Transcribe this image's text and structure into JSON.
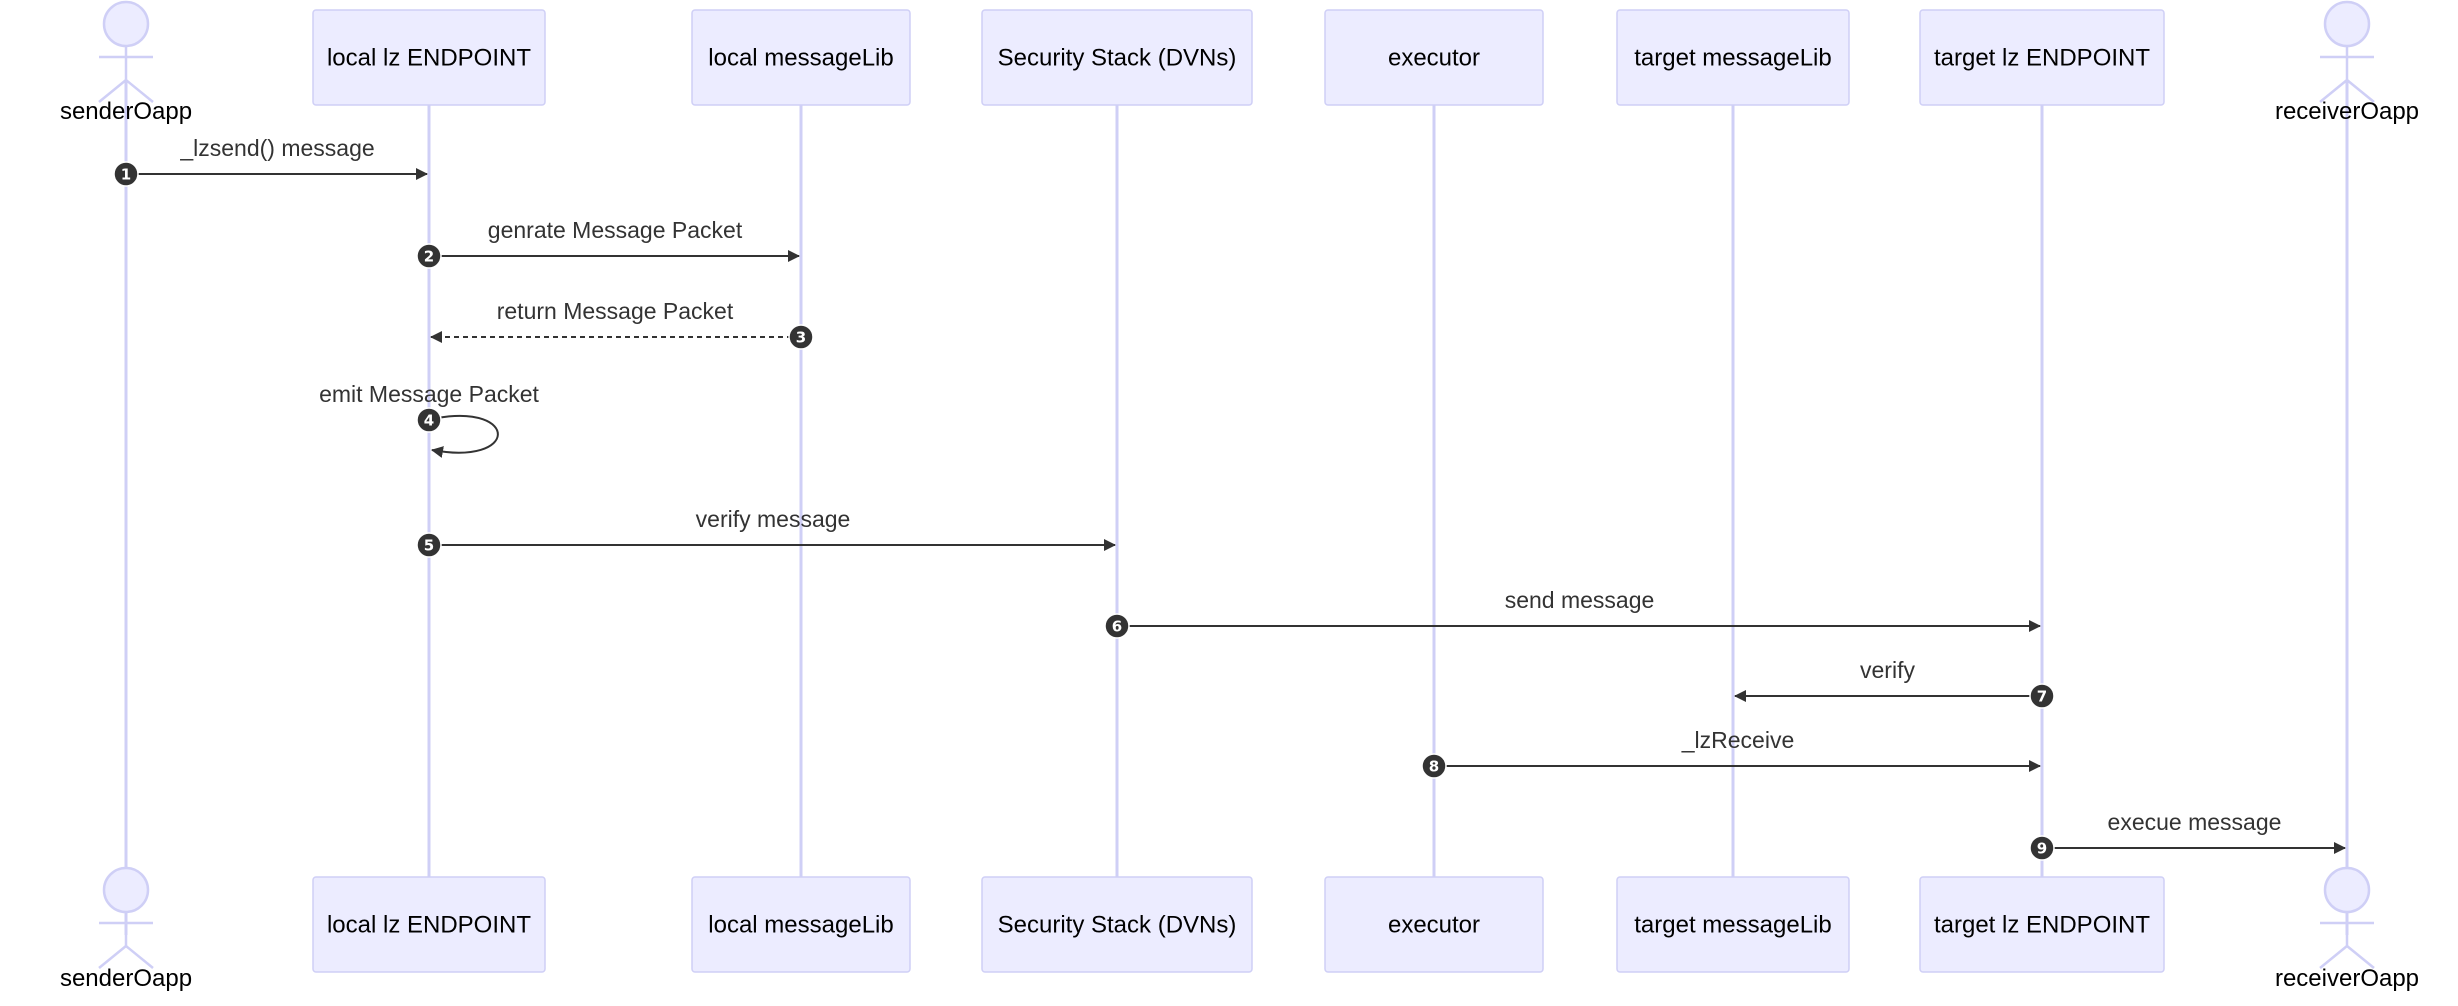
{
  "participants": [
    {
      "id": "sender",
      "label": "senderOapp",
      "kind": "actor"
    },
    {
      "id": "local_endpoint",
      "label": "local lz ENDPOINT",
      "kind": "box"
    },
    {
      "id": "local_lib",
      "label": "local messageLib",
      "kind": "box"
    },
    {
      "id": "dvns",
      "label": "Security Stack (DVNs)",
      "kind": "box"
    },
    {
      "id": "executor",
      "label": "executor",
      "kind": "box"
    },
    {
      "id": "target_lib",
      "label": "target messageLib",
      "kind": "box"
    },
    {
      "id": "target_endpoint",
      "label": "target lz ENDPOINT",
      "kind": "box"
    },
    {
      "id": "receiver",
      "label": "receiverOapp",
      "kind": "actor"
    }
  ],
  "messages": [
    {
      "num": "1",
      "from": "sender",
      "to": "local_endpoint",
      "label": "_lzsend() message",
      "style": "solid"
    },
    {
      "num": "2",
      "from": "local_endpoint",
      "to": "local_lib",
      "label": "genrate Message Packet",
      "style": "solid"
    },
    {
      "num": "3",
      "from": "local_lib",
      "to": "local_endpoint",
      "label": "return Message Packet",
      "style": "dashed"
    },
    {
      "num": "4",
      "from": "local_endpoint",
      "to": "local_endpoint",
      "label": "emit Message Packet",
      "style": "self"
    },
    {
      "num": "5",
      "from": "local_endpoint",
      "to": "dvns",
      "label": "verify message",
      "style": "solid"
    },
    {
      "num": "6",
      "from": "dvns",
      "to": "target_endpoint",
      "label": "send message",
      "style": "solid"
    },
    {
      "num": "7",
      "from": "target_endpoint",
      "to": "target_lib",
      "label": "verify",
      "style": "solid"
    },
    {
      "num": "8",
      "from": "executor",
      "to": "target_endpoint",
      "label": "_lzReceive",
      "style": "solid"
    },
    {
      "num": "9",
      "from": "target_endpoint",
      "to": "receiver",
      "label": "execue message",
      "style": "solid"
    }
  ],
  "colors": {
    "actor_fill": "#ECECFF",
    "actor_stroke": "#cfcff6",
    "line": "#333333",
    "badge": "#333333"
  }
}
